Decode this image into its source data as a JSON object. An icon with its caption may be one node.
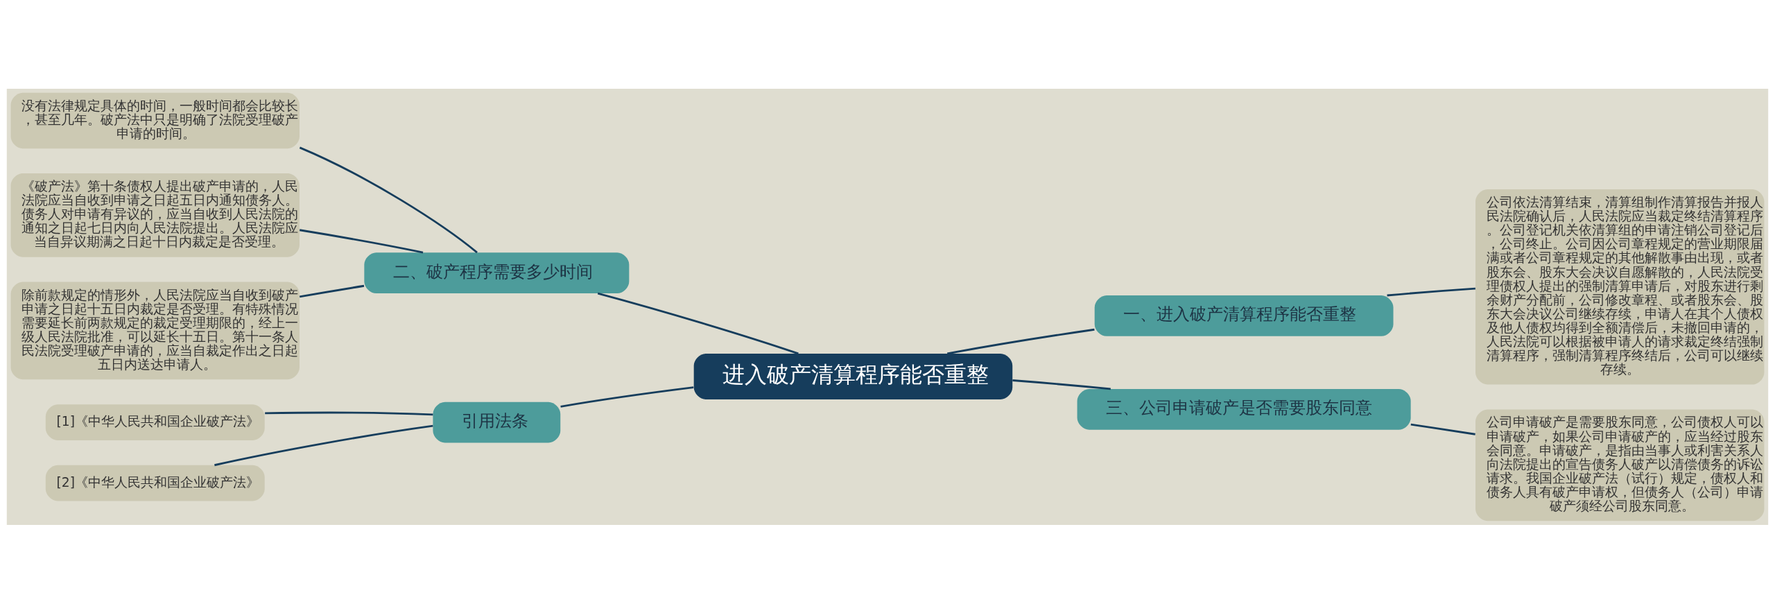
{
  "diagram": {
    "nodes": [
      {
        "text": [
          "进入破产清算程序能否重整"
        ]
      },
      {
        "text": [
          "一、进入破产清算程序能否重整"
        ]
      },
      {
        "text": [
          "公司依法清算结束，清算组制作清算报告并报人民法院确认后，人民法院应当裁定终结清算程序。公司登记机关依清算组的申请注销公司登记后，公司终止。公司因公司章程规定的营业期限届满或者公司章程规定的其他解散事由出现，或者股东会、股东大会决议自愿解散的，人民法院受理债权人提出的强制清算申请后，对股东进行剩余财产分配前，公司修改章程、或者股东会、股东大会决议公司继续存续，申请人在其个人债权及他人债权均得到全额清偿后，未撤回申请的，人民法院可以根据被申请人的请求裁定终结强制清算程序，强制清算程序终结后，公司可以继续存续。"
        ]
      },
      {
        "text": [
          "二、破产程序需要多少时间"
        ]
      },
      {
        "text": [
          "没有法律规定具体的时间，一般时间都会比较长，甚至几年。破产法中只是明确了法院受理破产申请的时间。"
        ]
      },
      {
        "text": [
          "《破产法》第十条债权人提出破产申请的，人民法院应当自收到申请之日起五日内通知债务人。债务人对申请有异议的，应当自收到人民法院的通知之日起七日内向人民法院提出。人民法院应当自异议期满之日起十日内裁定是否受理。"
        ]
      },
      {
        "text": [
          "除前款规定的情形外，人民法院应当自收到破产申请之日起十五日内裁定是否受理。有特殊情况需要延长前两款规定的裁定受理期限的，经上一级人民法院批准，可以延长十五日。第十一条人民法院受理破产申请的，应当自裁定作出之日起五日内送达申请人。"
        ]
      },
      {
        "text": [
          "三、公司申请破产是否需要股东同意"
        ]
      },
      {
        "text": [
          "公司申请破产是需要股东同意，公司债权人可以申请破产，如果公司申请破产的，应当经过股东会同意。申请破产，是指由当事人或利害关系人向法院提出的宣告债务人破产以清偿债务的诉讼请求。我国企业破产法（试行）规定，债权人和债务人具有破产申请权，但债务人（公司）申请破产须经公司股东同意。"
        ]
      },
      {
        "text": [
          "引用法条"
        ]
      },
      {
        "text": [
          "[1]《中华人民共和国企业破产法》"
        ]
      },
      {
        "text": [
          "[2]《中华人民共和国企业破产法》"
        ]
      }
    ],
    "edges": [
      {
        "from": 0,
        "to": 1,
        "arrow": "none"
      },
      {
        "from": 1,
        "to": 2,
        "arrow": "none"
      },
      {
        "from": 0,
        "to": 3,
        "arrow": "none"
      },
      {
        "from": 3,
        "to": 4,
        "arrow": "none"
      },
      {
        "from": 3,
        "to": 5,
        "arrow": "none"
      },
      {
        "from": 3,
        "to": 6,
        "arrow": "none"
      },
      {
        "from": 0,
        "to": 7,
        "arrow": "none"
      },
      {
        "from": 7,
        "to": 8,
        "arrow": "none"
      },
      {
        "from": 0,
        "to": 9,
        "arrow": "none"
      },
      {
        "from": 9,
        "to": 10,
        "arrow": "none"
      },
      {
        "from": 9,
        "to": 11,
        "arrow": "none"
      }
    ]
  }
}
